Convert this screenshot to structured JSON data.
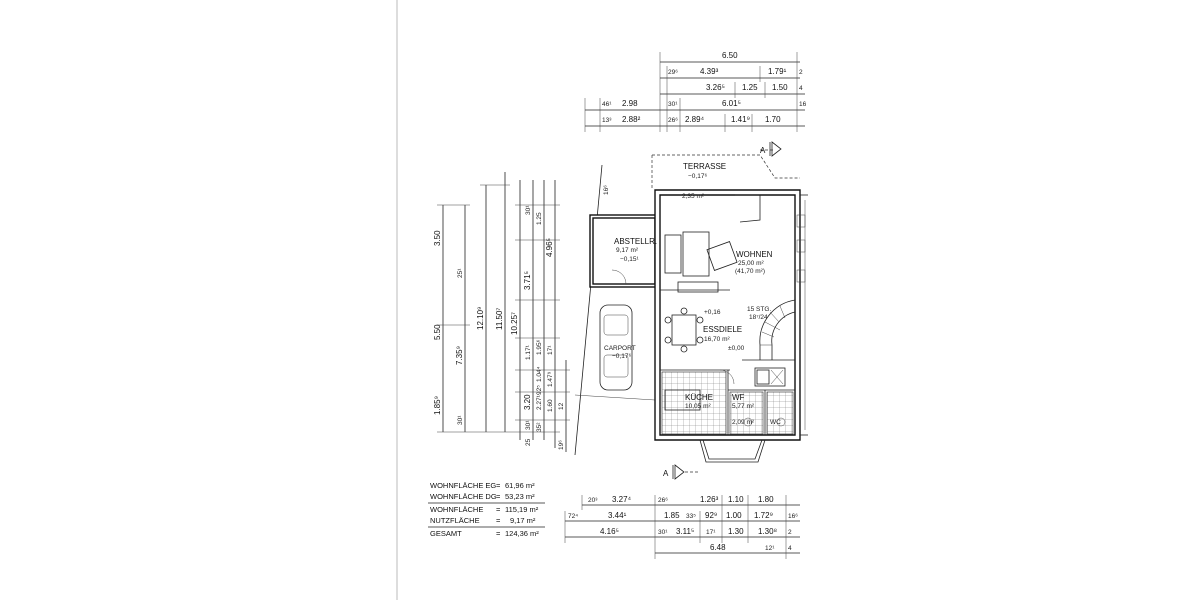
{
  "plan": {
    "rooms": {
      "terrasse": {
        "name": "TERRASSE",
        "level": "−0,17⁶"
      },
      "abstell": {
        "name": "ABSTELLR.",
        "area": "9,17 m²",
        "level": "−0,15¹"
      },
      "wohnen": {
        "name": "WOHNEN",
        "area": "25,00 m²",
        "area2": "(41,70 m²)"
      },
      "essdiele": {
        "name": "ESSDIELE",
        "area": "16,70 m²",
        "level": "±0,00"
      },
      "kueche": {
        "name": "KÜCHE",
        "area": "10,05 m²"
      },
      "wf": {
        "name": "WF",
        "area": "5,77 m²"
      },
      "wc": {
        "name": "WC",
        "area": "2,09 m²"
      },
      "carport": {
        "name": "CARPORT",
        "level": "−0,17⁶"
      }
    },
    "section_marks": {
      "top": "A",
      "bottom": "A"
    },
    "annotations": {
      "stair": "15 STG.",
      "stair2": "18⁷/24",
      "level_016": "+0,16",
      "small_area": "2,35 m²"
    },
    "dims_top": {
      "row1": [
        "6.50"
      ],
      "row2": [
        "29⁶",
        "4.39³",
        "1.79¹",
        "2"
      ],
      "row3": [
        "3.26⁵",
        "1.25",
        "1.50",
        "4"
      ],
      "row4": [
        "46¹",
        "2.98",
        "30¹",
        "6.01⁵",
        "16"
      ],
      "row5": [
        "13³",
        "2.88²",
        "26⁶",
        "2.89⁴",
        "1.41⁹",
        "1.70"
      ]
    },
    "dims_left": {
      "col1": [
        "1.85⁹",
        "5.50",
        "3.50"
      ],
      "col2": [
        "30¹",
        "7.35⁹",
        "25¹"
      ],
      "col3": [
        "12.10⁹"
      ],
      "col4": [
        "11.50⁷"
      ],
      "col5": [
        "10.25⁷"
      ],
      "col6": [
        "30¹",
        "3.20",
        "1.17¹",
        "3.71⁵",
        "30¹"
      ],
      "col7": [
        "35²",
        "2.27¹",
        "1.04⁴",
        "1.95⁶",
        "1.25"
      ],
      "col8": [
        "1.60",
        "1.47⁹",
        "4.96⁵"
      ],
      "col9": [
        "19⁶",
        "12"
      ],
      "small": [
        "25",
        "92⁵",
        "17¹",
        "16⁶"
      ]
    },
    "dims_bottom": {
      "row1": [
        "20³",
        "3.27⁴",
        "26⁶",
        "1.26³",
        "1.10",
        "1.80"
      ],
      "row2": [
        "72⁴",
        "3.44¹",
        "1.85",
        "33⁵",
        "92⁹",
        "1.00",
        "1.72⁹",
        "16⁶"
      ],
      "row3": [
        "4.16⁵",
        "30¹",
        "3.11⁵",
        "17¹",
        "1.30",
        "1.30⁸",
        "2"
      ],
      "row4": [
        "6.48",
        "12¹",
        "4"
      ]
    }
  },
  "legend": {
    "rows": [
      {
        "label": "WOHNFLÄCHE EG",
        "eq": "=",
        "value": "61,96 m²"
      },
      {
        "label": "WOHNFLÄCHE DG",
        "eq": "=",
        "value": "53,23 m²"
      },
      {
        "label": "WOHNFLÄCHE",
        "eq": "=",
        "value": "115,19 m²"
      },
      {
        "label": "NUTZFLÄCHE",
        "eq": "=",
        "value": "9,17 m²"
      },
      {
        "label": "GESAMT",
        "eq": "=",
        "value": "124,36 m²"
      }
    ]
  }
}
